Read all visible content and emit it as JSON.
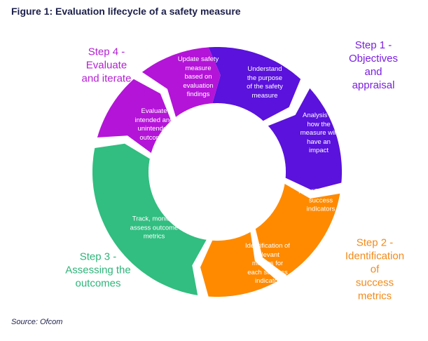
{
  "title": "Figure 1: Evaluation lifecycle of a safety measure",
  "source": "Source: Ofcom",
  "colors": {
    "purple": "#5a12dc",
    "magenta": "#b414d8",
    "orange": "#ff8a00",
    "green": "#31be80"
  },
  "steps": [
    {
      "label": "Step 1 -\nObjectives\nand appraisal",
      "color": "#7a1ee0"
    },
    {
      "label": "Step 2 -\nIdentification of\nsuccess metrics",
      "color": "#f28a1a"
    },
    {
      "label": "Step 3 -\nAssessing the\noutcomes",
      "color": "#2fb47a"
    },
    {
      "label": "Step 4 -\nEvaluate\nand iterate",
      "color": "#b41fd4"
    }
  ],
  "segments": [
    {
      "text": "Understand\nthe purpose\nof the safety\nmeasure",
      "color": "#5a12dc"
    },
    {
      "text": "Analysis of\nhow the\nmeasure will\nhave an\nimpact",
      "color": "#5a12dc"
    },
    {
      "text": "Identification of\nsuccess\nindicators",
      "color": "#ff8a00"
    },
    {
      "text": "Identification of\nrelevant\nmetrics for\neach success\nindicator",
      "color": "#ff8a00"
    },
    {
      "text": "Track, monitor,\nassess outcome\nmetrics",
      "color": "#31be80"
    },
    {
      "text": "Evaluate\nintended and\nunintended\noutcomes",
      "color": "#b414d8"
    },
    {
      "text": "Update safety\nmeasure\nbased on\nevaluation\nfindings",
      "color": "#b414d8"
    }
  ]
}
